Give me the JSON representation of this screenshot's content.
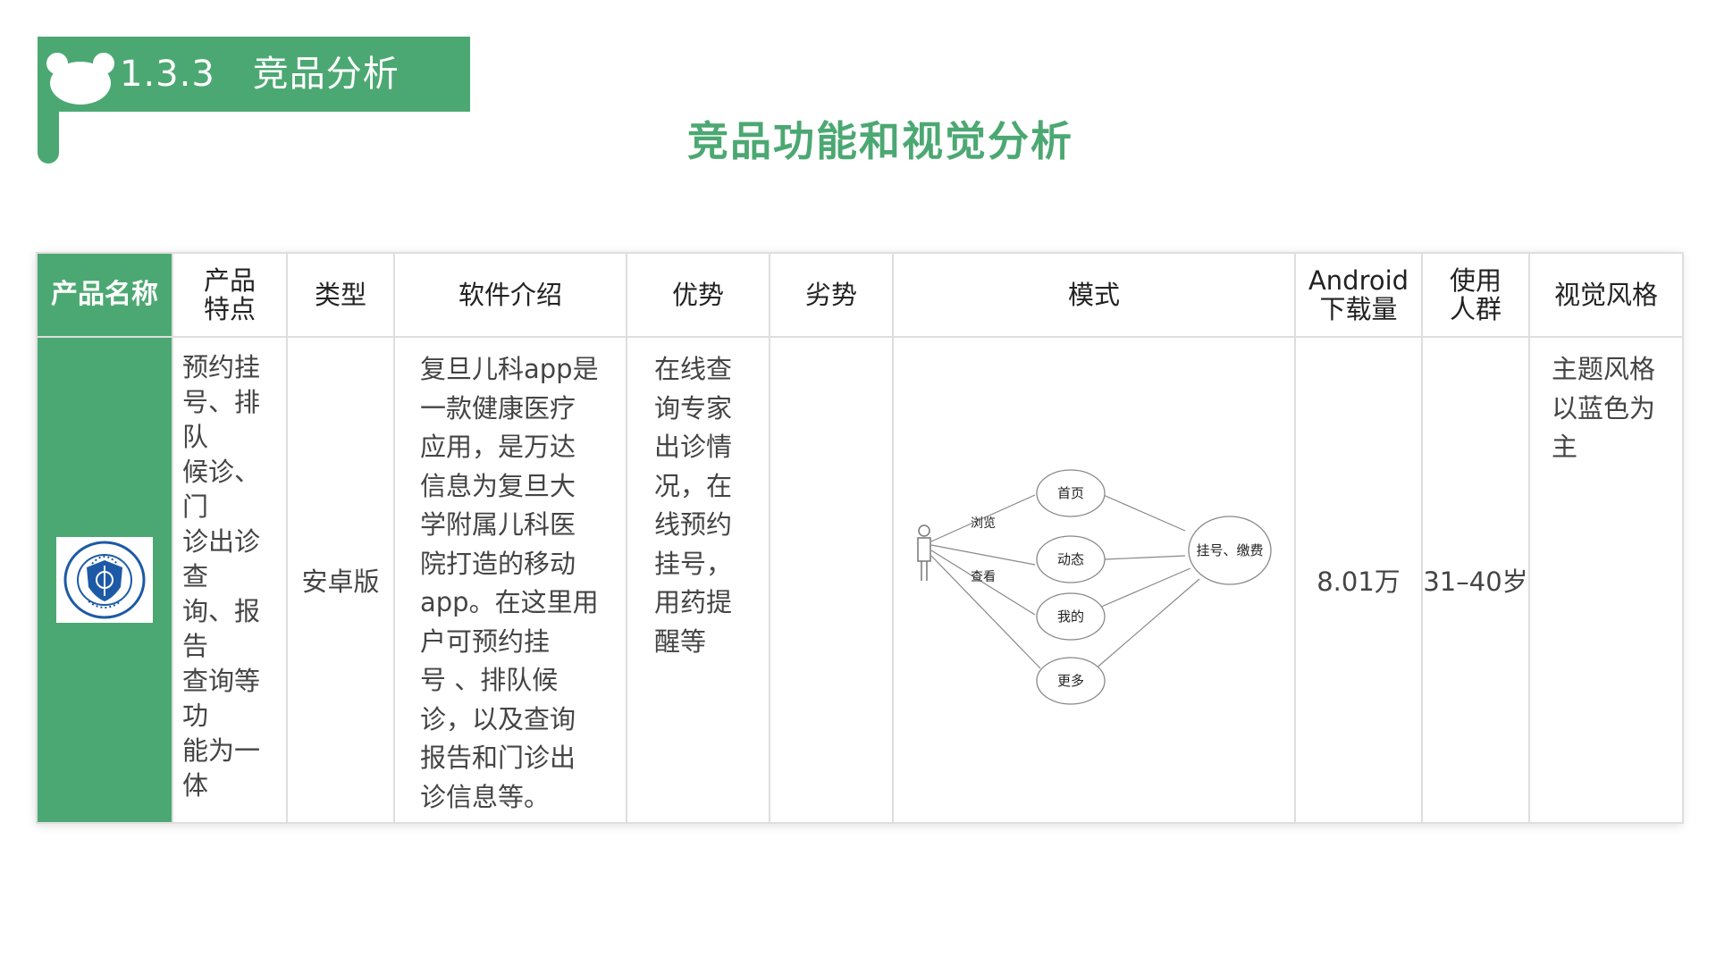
{
  "header": {
    "section_number": "1.3.3",
    "section_title": "竞品分析",
    "page_title": "竞品功能和视觉分析"
  },
  "table": {
    "columns": [
      {
        "key": "name",
        "label": "产品名称"
      },
      {
        "key": "features",
        "label": "产品\n特点"
      },
      {
        "key": "type",
        "label": "类型"
      },
      {
        "key": "intro",
        "label": "软件介绍"
      },
      {
        "key": "pros",
        "label": "优势"
      },
      {
        "key": "cons",
        "label": "劣势"
      },
      {
        "key": "mode",
        "label": "模式"
      },
      {
        "key": "downloads",
        "label": "Android\n下载量"
      },
      {
        "key": "users",
        "label": "使用\n人群"
      },
      {
        "key": "style",
        "label": "视觉风格"
      }
    ],
    "row": {
      "name_logo": {
        "alt": "CHILDREN'S HOSPITAL OF FUDAN UNIVERSITY 1952",
        "color": "#1c5aa6"
      },
      "features": "预约挂\n号、排队\n候诊、门\n诊出诊查\n询、报告\n查询等功\n能为一体",
      "type": "安卓版",
      "intro": "复旦儿科app是\n一款健康医疗\n应用，是万达\n信息为复旦大\n学附属儿科医\n院打造的移动\napp。在这里用\n户可预约挂\n号 、排队候\n诊，以及查询\n报告和门诊出\n诊信息等。",
      "pros": "在线查\n询专家\n出诊情\n况，在\n线预约\n挂号，\n用药提\n醒等",
      "cons": "",
      "downloads": "8.01万",
      "users": "31–40岁",
      "style": "主题风格\n以蓝色为\n主"
    }
  },
  "mode_diagram": {
    "edge_labels": {
      "browse": "浏览",
      "view": "查看"
    },
    "nodes": {
      "home": "首页",
      "feed": "动态",
      "mine": "我的",
      "more": "更多",
      "pay": "挂号、缴费"
    }
  },
  "colors": {
    "accent_green": "#4ca872",
    "hospital_blue": "#1c5aa6"
  }
}
